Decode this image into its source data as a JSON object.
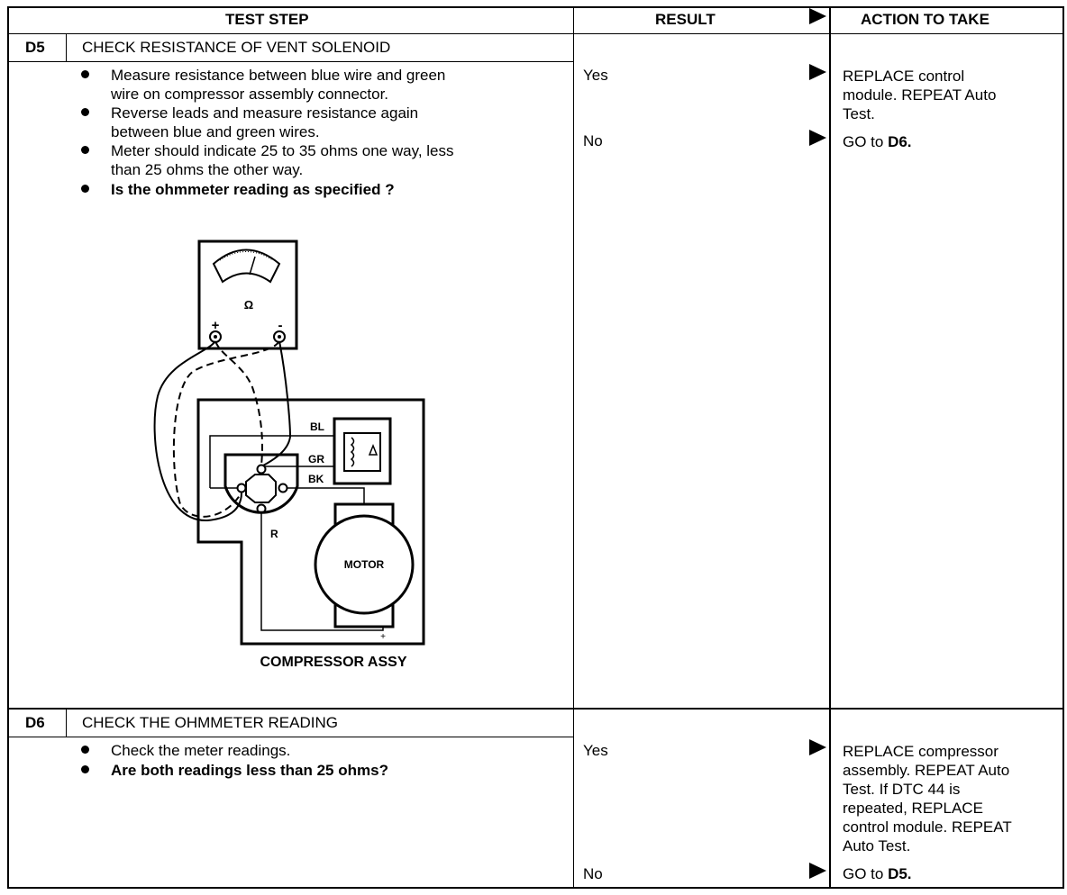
{
  "header": {
    "test_step": "TEST STEP",
    "result": "RESULT",
    "action": "ACTION TO TAKE"
  },
  "steps": [
    {
      "id": "D5",
      "title": "CHECK RESISTANCE OF VENT SOLENOID",
      "bullets": [
        "Measure resistance between blue wire and green",
        "wire on compressor assembly connector.",
        "Reverse leads and measure resistance again",
        "between blue and green wires.",
        "Meter should indicate 25 to 35 ohms one way, less",
        "than 25 ohms the other way.",
        "Is the ohmmeter reading as specified ?"
      ],
      "results": [
        {
          "label": "Yes",
          "action_a": "REPLACE control",
          "action_b": "module. REPEAT Auto",
          "action_c": "Test."
        },
        {
          "label": "No",
          "action_prefix": "GO to ",
          "action_bold": "D6."
        }
      ],
      "diagram": {
        "meter_symbol": "Ω",
        "plus": "+",
        "minus": "-",
        "wire_bl": "BL",
        "wire_gr": "GR",
        "wire_bk": "BK",
        "wire_r": "R",
        "motor": "MOTOR",
        "motor_plus": "+",
        "caption": "COMPRESSOR ASSY"
      }
    },
    {
      "id": "D6",
      "title": "CHECK THE OHMMETER READING",
      "bullets": [
        "Check the meter readings.",
        "Are both readings less than 25 ohms?"
      ],
      "results": [
        {
          "label": "Yes",
          "lines": [
            "REPLACE compressor",
            "assembly. REPEAT Auto",
            "Test. If DTC 44 is",
            "repeated, REPLACE",
            "control module. REPEAT",
            "Auto Test."
          ]
        },
        {
          "label": "No",
          "action_prefix": "GO to ",
          "action_bold": "D5."
        }
      ]
    }
  ]
}
